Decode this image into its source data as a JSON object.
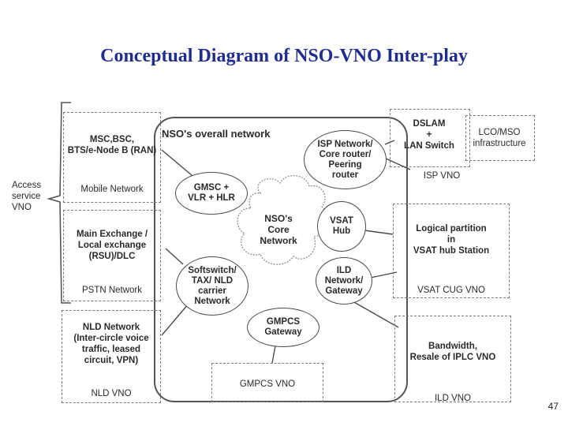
{
  "title": "Conceptual Diagram of NSO-VNO Inter-play",
  "page_number": "47",
  "main_network_label": "NSO's overall network",
  "core_network": "NSO's\nCore\nNetwork",
  "access_brace_label": "Access\nservice\nVNO",
  "nodes": {
    "gmsc": "GMSC +\nVLR  + HLR",
    "softswitch": "Softswitch/\nTAX/ NLD\ncarrier\nNetwork",
    "isp": "ISP Network/\nCore router/\nPeering\nrouter",
    "vsat": "VSAT\nHub",
    "ild": "ILD\nNetwork/\nGateway",
    "gmpcs": "GMPCS\nGateway"
  },
  "boxes": {
    "msc_text": "MSC,BSC,\nBTS/e-Node B (RAN)",
    "mobile_network": "Mobile Network",
    "main_exchange_text": "Main Exchange /\nLocal exchange\n(RSU)/DLC",
    "pstn_network": "PSTN Network",
    "nld_text": "NLD Network\n(Inter-circle voice\ntraffic,  leased\ncircuit, VPN)",
    "nld_vno": "NLD VNO",
    "gmpcs_vno": "GMPCS VNO",
    "dslam_text": "DSLAM\n+\nLAN Switch",
    "lco_text": "LCO/MSO\ninfrastructure",
    "isp_vno": "ISP VNO",
    "logical_text": "Logical partition\nin\nVSAT hub Station",
    "vsat_vno": "VSAT  CUG VNO",
    "bandwidth_text": "Bandwidth,\nResale of IPLC VNO",
    "ild_vno": "ILD VNO"
  }
}
